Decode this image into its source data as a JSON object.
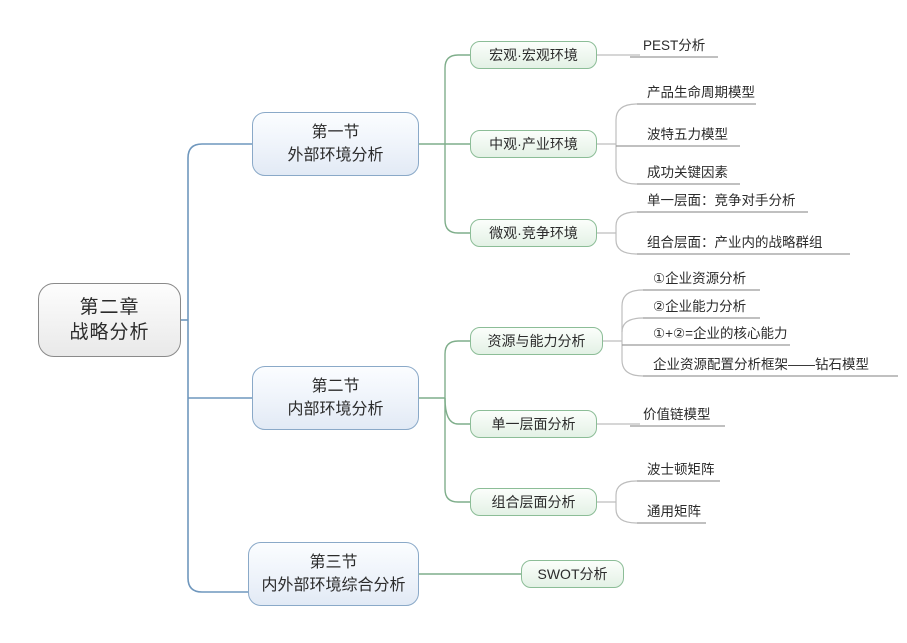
{
  "diagram": {
    "type": "mind-map",
    "title": "第二章 战略分析",
    "orientation": "left-to-right",
    "colors": {
      "root_border": "#8a8a8a",
      "root_fill": "#f2f2f2",
      "section_border": "#8aa9c8",
      "section_fill": "#eaf1f9",
      "sub_border": "#8cbd97",
      "sub_fill": "#edf6ee",
      "trunk_connector": "#6f97bd",
      "branch_connector": "#7fae8b",
      "leaf_connector": "#b9b9b9",
      "text": "#2b2b2b",
      "background": "#ffffff"
    }
  },
  "root": {
    "line1": "第二章",
    "line2": "战略分析"
  },
  "sections": [
    {
      "id": "section-1",
      "line1": "第一节",
      "line2": "外部环境分析",
      "subnodes": [
        {
          "id": "sub-macro",
          "label": "宏观·宏观环境",
          "leaves": [
            {
              "id": "leaf-pest",
              "label": "PEST分析"
            }
          ]
        },
        {
          "id": "sub-meso",
          "label": "中观·产业环境",
          "leaves": [
            {
              "id": "leaf-plc",
              "label": "产品生命周期模型"
            },
            {
              "id": "leaf-porter",
              "label": "波特五力模型"
            },
            {
              "id": "leaf-ksf",
              "label": "成功关键因素"
            }
          ]
        },
        {
          "id": "sub-micro",
          "label": "微观·竞争环境",
          "leaves": [
            {
              "id": "leaf-competitor",
              "label": "单一层面：竞争对手分析"
            },
            {
              "id": "leaf-strategic-group",
              "label": "组合层面：产业内的战略群组"
            }
          ]
        }
      ]
    },
    {
      "id": "section-2",
      "line1": "第二节",
      "line2": "内部环境分析",
      "subnodes": [
        {
          "id": "sub-resource-capability",
          "label": "资源与能力分析",
          "leaves": [
            {
              "id": "leaf-resource",
              "label": "①企业资源分析"
            },
            {
              "id": "leaf-capability",
              "label": "②企业能力分析"
            },
            {
              "id": "leaf-core-competence",
              "label": "①+②=企业的核心能力"
            },
            {
              "id": "leaf-diamond",
              "label": "企业资源配置分析框架——钻石模型"
            }
          ]
        },
        {
          "id": "sub-single-level",
          "label": "单一层面分析",
          "leaves": [
            {
              "id": "leaf-value-chain",
              "label": "价值链模型"
            }
          ]
        },
        {
          "id": "sub-portfolio-level",
          "label": "组合层面分析",
          "leaves": [
            {
              "id": "leaf-bcg",
              "label": "波士顿矩阵"
            },
            {
              "id": "leaf-ge",
              "label": "通用矩阵"
            }
          ]
        }
      ]
    },
    {
      "id": "section-3",
      "line1": "第三节",
      "line2": "内外部环境综合分析",
      "subnodes": [
        {
          "id": "sub-swot",
          "label": "SWOT分析",
          "leaves": []
        }
      ]
    }
  ]
}
